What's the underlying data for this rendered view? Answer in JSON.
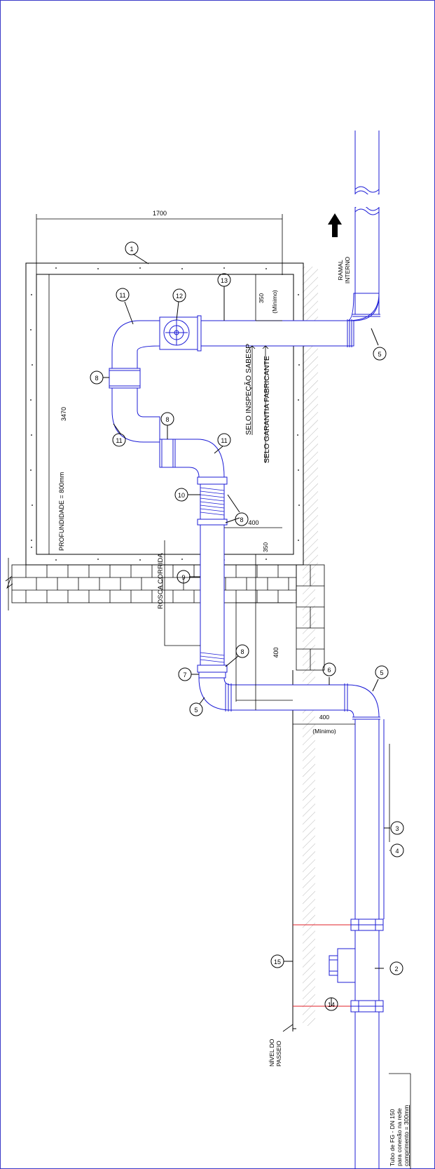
{
  "dimensions": {
    "box_width": "1700",
    "box_length": "3470",
    "offset_top_pipe": "350",
    "minimo_top": "(Mínimo)",
    "offset_pipe9": "400",
    "offset_bottom_pipe": "350",
    "depth_wall": "400",
    "offset_sidewalk": "400",
    "minimo_bottom": "(Mínimo)"
  },
  "labels": {
    "depth": "PROFUNDIDADE = 800mm",
    "thread": "ROSCA CORRIDA",
    "seal_sabesp": "SELO INSPEÇÃO SABESP",
    "seal_manufacturer": "SELO GARANTIA FABRICANTE",
    "internal_branch_line1": "RAMAL",
    "internal_branch_line2": "INTERNO",
    "sidewalk_line1": "NÍVEL DO",
    "sidewalk_line2": "PASSEIO",
    "network_pipe_line1": "Tubo de FG - DN 150",
    "network_pipe_line2": "para conexão na rede",
    "network_pipe_line3": "comprimento = 300mm"
  },
  "callouts": [
    "1",
    "2",
    "3",
    "4",
    "5",
    "6",
    "7",
    "8",
    "9",
    "10",
    "11",
    "12",
    "13",
    "14",
    "15"
  ],
  "colors": {
    "pipe": "#1c1cd6",
    "lines": "#000000",
    "cut_marker": "#e0202a",
    "frame": "#3a3ac8"
  },
  "icons": {
    "flow_arrow": "arrow-up-icon",
    "valve": "valve-icon",
    "pipe_break": "pipe-break-icon"
  }
}
